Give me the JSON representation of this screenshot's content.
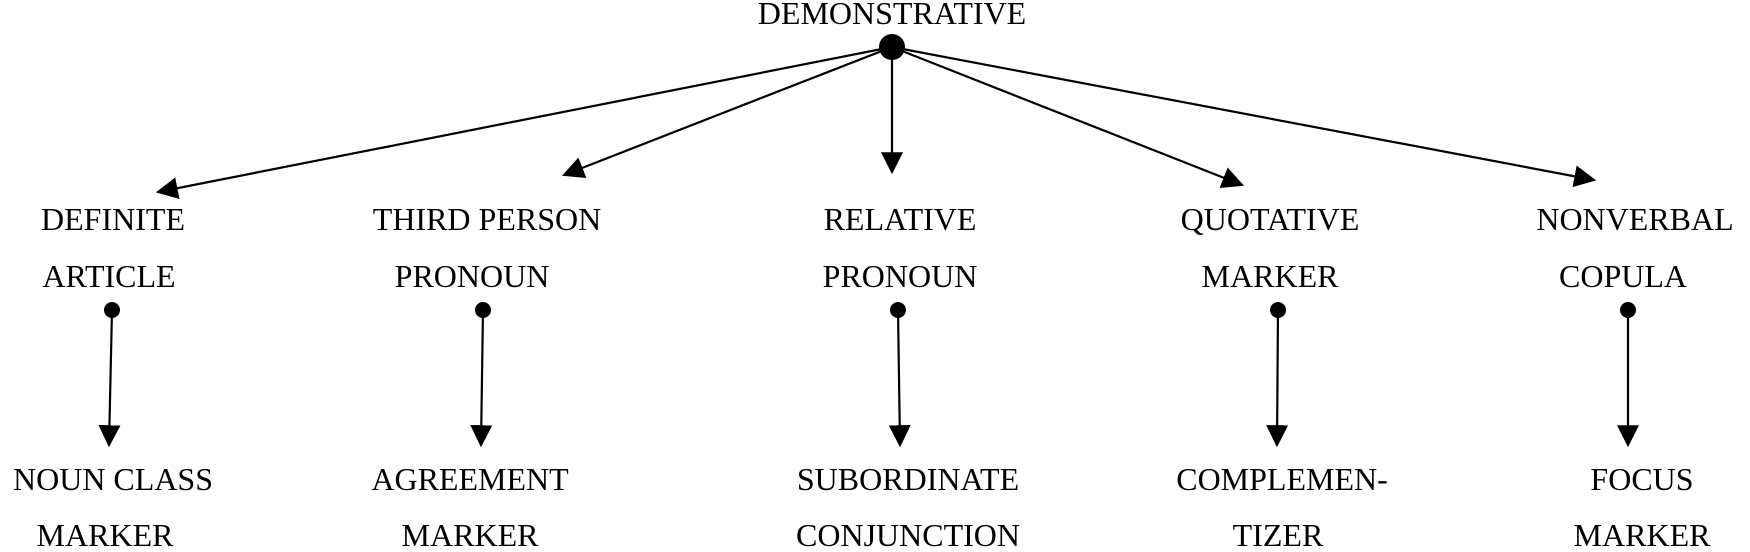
{
  "root": {
    "label": "DEMONSTRATIVE"
  },
  "branches": [
    {
      "line1": "DEFINITE",
      "line2": "ARTICLE",
      "child_line1": "NOUN CLASS",
      "child_line2": "MARKER"
    },
    {
      "line1": "THIRD PERSON",
      "line2": "PRONOUN",
      "child_line1": "AGREEMENT",
      "child_line2": "MARKER"
    },
    {
      "line1": "RELATIVE",
      "line2": "PRONOUN",
      "child_line1": "SUBORDINATE",
      "child_line2": "CONJUNCTION"
    },
    {
      "line1": "QUOTATIVE",
      "line2": "MARKER",
      "child_line1": "COMPLEMEN-",
      "child_line2": "TIZER"
    },
    {
      "line1": "NONVERBAL",
      "line2": "COPULA",
      "child_line1": "FOCUS",
      "child_line2": "MARKER"
    }
  ],
  "colors": {
    "ink": "#000000",
    "background": "#ffffff"
  }
}
